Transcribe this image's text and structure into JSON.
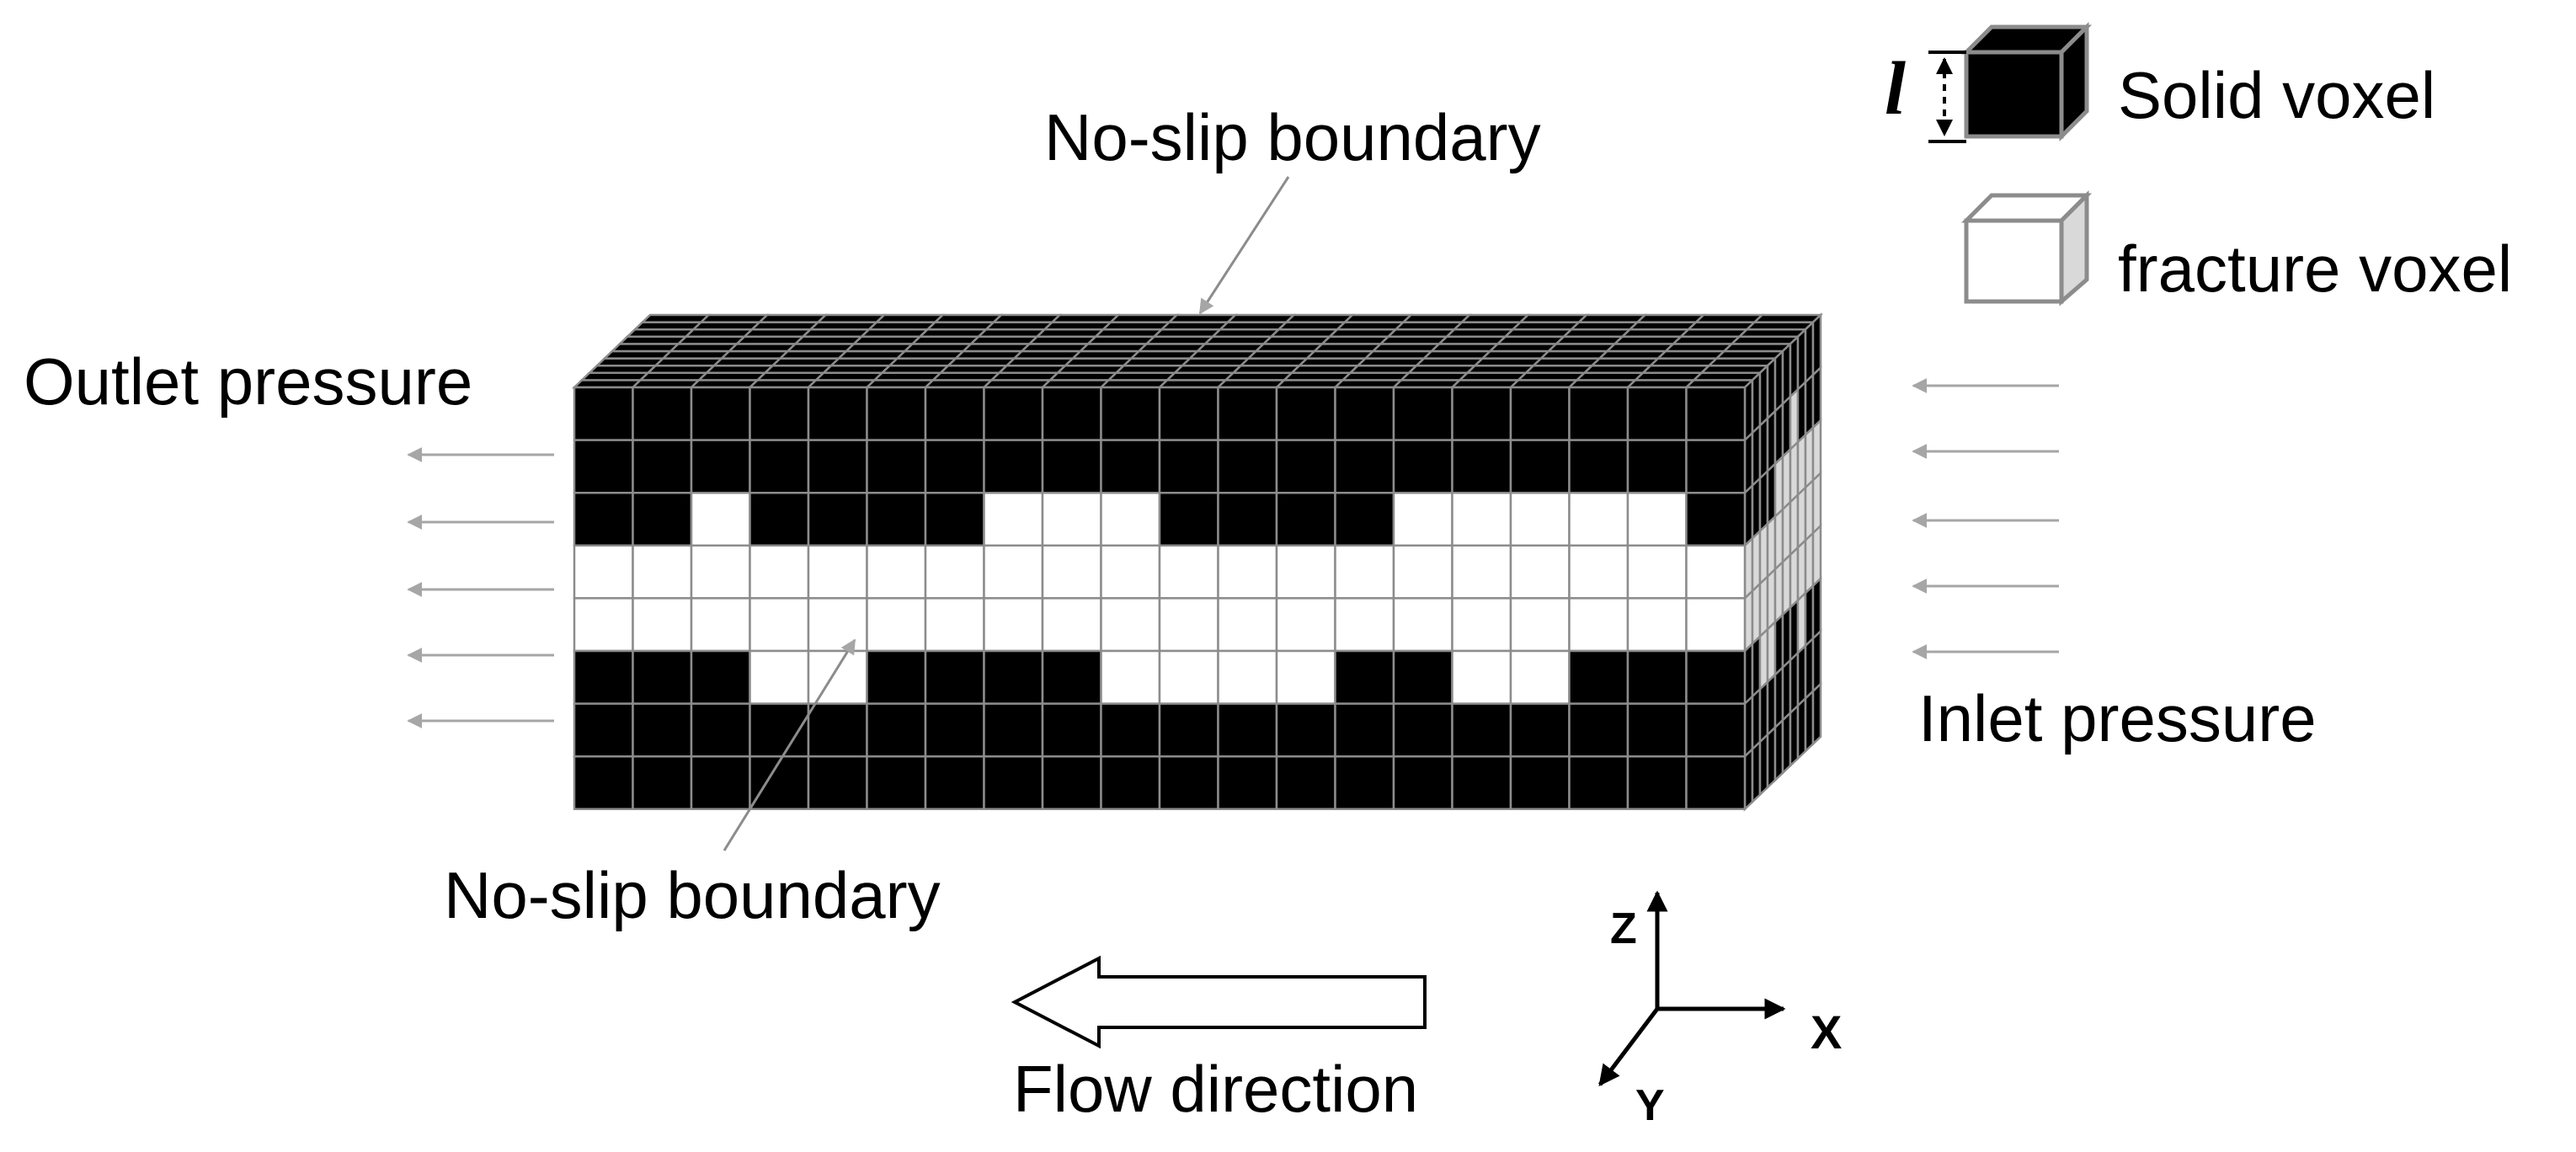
{
  "labels": {
    "top_boundary": "No-slip boundary",
    "fracture_boundary": "No-slip boundary",
    "outlet": "Outlet pressure",
    "inlet": "Inlet pressure",
    "flow": "Flow direction",
    "voxel_size": "l",
    "axis_x": "X",
    "axis_y": "Y",
    "axis_z": "Z"
  },
  "legend": [
    {
      "label": "Solid voxel",
      "color": "#000000"
    },
    {
      "label": "fracture voxel",
      "color": "#ffffff"
    }
  ],
  "colors": {
    "solid": "#000000",
    "fracture": "#ffffff",
    "grid": "#8c8c8c",
    "side_fracture": "#d9d9d9",
    "arrows": "#a6a6a6"
  },
  "grid": {
    "columns": 20,
    "rows": 8,
    "depth": 10,
    "front_face": [
      "SSSSSSSSSSSSSSSSSSSS",
      "SSSSSSSSSSSSSSSSSSSS",
      "SSFSSSSFFFSSSSFFFFFS",
      "FFFFFFFFFFFFFFFFFFFF",
      "FFFFFFFFFFFFFFFFFFFF",
      "SSSFFSSSSFFFFSSFFSSS",
      "SSSSSSSSSSSSSSSSSSSS",
      "SSSSSSSSSSSSSSSSSSSS"
    ],
    "side_face": [
      "SSSSSSSSSS",
      "SSSSSSFSSS",
      "SSSSFFFFFF",
      "FFFFFFFFFF",
      "FFFFFFFFFF",
      "SSFFSSSFSS",
      "SSSSSSSSSS",
      "SSSSSSSSSS"
    ]
  }
}
